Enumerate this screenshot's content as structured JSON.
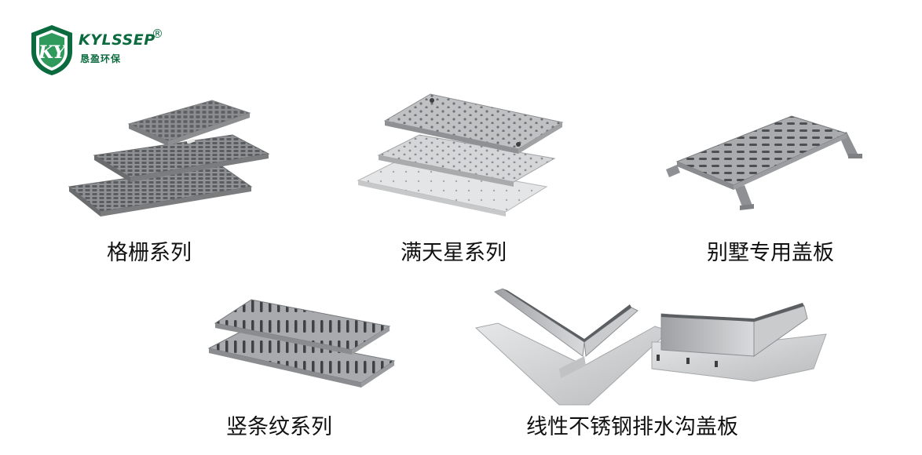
{
  "brand": {
    "name_en": "KYLSSEP",
    "registered": "®",
    "name_cn": "恳盈环保",
    "logo_letters": "KY",
    "colors": {
      "shield_green": "#0b6b3f",
      "shield_light": "#2f9a5c"
    }
  },
  "products": [
    {
      "label": "格栅系列",
      "icon": "grating-panels"
    },
    {
      "label": "满天星系列",
      "icon": "perforated-panels"
    },
    {
      "label": "别墅专用盖板",
      "icon": "villa-cover-plate"
    },
    {
      "label": "竖条纹系列",
      "icon": "vertical-slot-panels"
    },
    {
      "label": "线性不锈钢排水沟盖板",
      "icon": "linear-drain-cover"
    }
  ]
}
